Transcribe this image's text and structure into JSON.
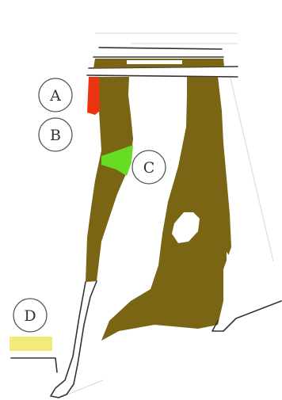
{
  "labels": {
    "a": "A",
    "b": "B",
    "c": "C",
    "d": "D"
  },
  "colors": {
    "bone": "#7a6515",
    "region_a": "#ee3311",
    "region_c": "#66dd22",
    "region_d": "#f2ea7a",
    "outline": "#333333",
    "background": "#ffffff"
  }
}
